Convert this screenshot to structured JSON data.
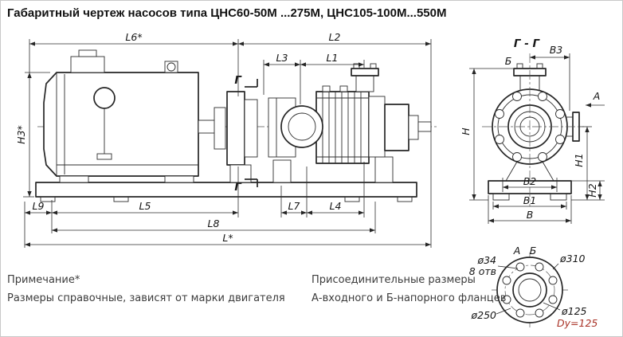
{
  "title": "Габаритный чертеж насосов типа ЦНС60-50М ...275М, ЦНС105-100М...550М",
  "side_view": {
    "dim_l6": "L6*",
    "dim_l2": "L2",
    "dim_l3": "L3",
    "dim_l1": "L1",
    "dim_h3": "Н3*",
    "dim_l9": "L9",
    "dim_l5": "L5",
    "dim_l7": "L7",
    "dim_l4": "L4",
    "dim_l8": "L8",
    "dim_l": "L*",
    "section_mark": "Г"
  },
  "end_view": {
    "section_title": "Г - Г",
    "dim_b3": "В3",
    "dim_h": "Н",
    "dim_h1": "Н1",
    "dim_h2": "Н2",
    "dim_b2": "В2",
    "dim_b1": "В1",
    "dim_b": "В",
    "label_a": "А",
    "label_b": "Б"
  },
  "flange_detail": {
    "label_a": "А",
    "label_b": "Б",
    "hole_dia": "ø34",
    "hole_count": "8 отв",
    "outer_dia": "ø310",
    "bolt_circle_dia": "ø250",
    "bore_dia": "ø125",
    "nominal": "Dy=125"
  },
  "notes": {
    "left_title": "Примечание*",
    "left_body": "Размеры справочные, зависят от марки двигателя",
    "right_title": "Присоединительные размеры",
    "right_body": "А-входного и Б-напорного фланцев"
  },
  "colors": {
    "ink": "#262626",
    "accent_red": "#a93226"
  }
}
